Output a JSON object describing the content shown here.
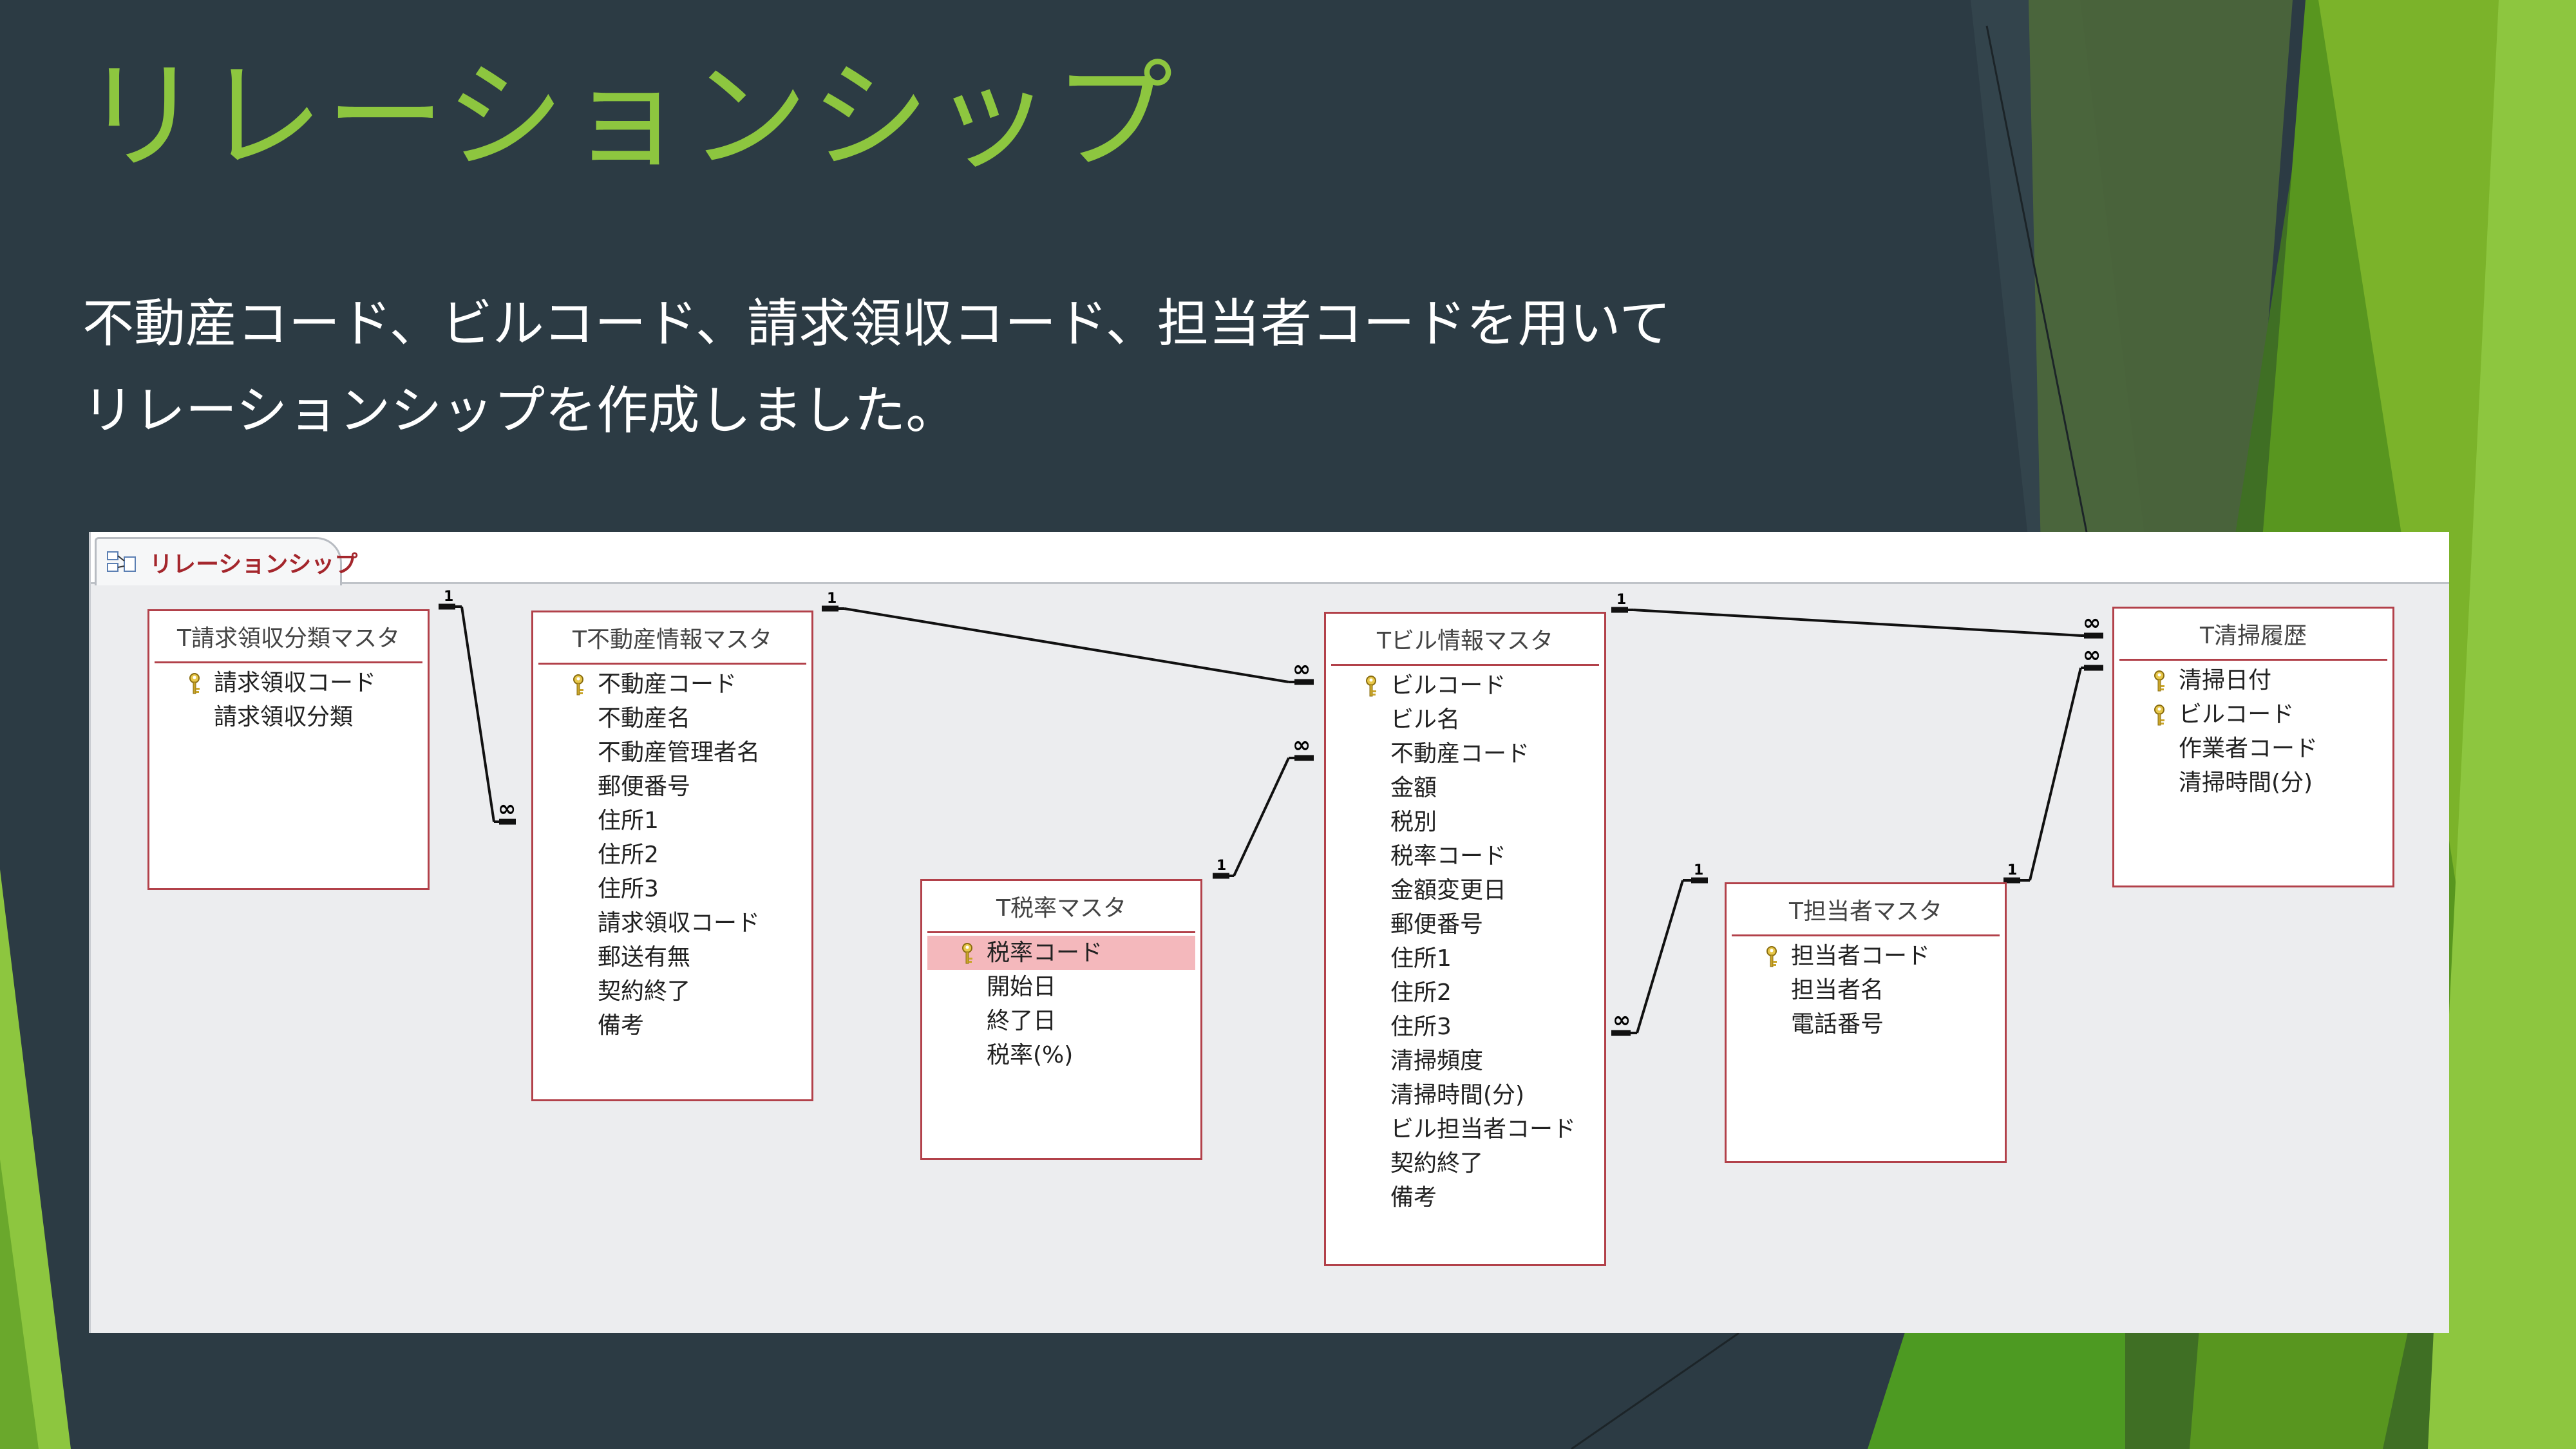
{
  "slide": {
    "title": "リレーションシップ",
    "body_lines": [
      "不動産コード、ビルコード、請求領収コード、担当者コードを用いて",
      "リレーションシップを作成しました。"
    ]
  },
  "colors": {
    "background": "#2c3b44",
    "accent_green": "#8dc63f",
    "table_border": "#b2414a",
    "tab_label": "#a4262c"
  },
  "access": {
    "tab_label": "リレーションシップ",
    "tab_icon": "relationships-icon",
    "tables": [
      {
        "title": "T請求領収分類マスタ",
        "fields": [
          {
            "name": "請求領収コード",
            "key": true
          },
          {
            "name": "請求領収分類",
            "key": false
          }
        ]
      },
      {
        "title": "T不動産情報マスタ",
        "fields": [
          {
            "name": "不動産コード",
            "key": true
          },
          {
            "name": "不動産名",
            "key": false
          },
          {
            "name": "不動産管理者名",
            "key": false
          },
          {
            "name": "郵便番号",
            "key": false
          },
          {
            "name": "住所1",
            "key": false
          },
          {
            "name": "住所2",
            "key": false
          },
          {
            "name": "住所3",
            "key": false
          },
          {
            "name": "請求領収コード",
            "key": false
          },
          {
            "name": "郵送有無",
            "key": false
          },
          {
            "name": "契約終了",
            "key": false
          },
          {
            "name": "備考",
            "key": false
          }
        ]
      },
      {
        "title": "T税率マスタ",
        "fields": [
          {
            "name": "税率コード",
            "key": true,
            "selected": true
          },
          {
            "name": "開始日",
            "key": false
          },
          {
            "name": "終了日",
            "key": false
          },
          {
            "name": "税率(%)",
            "key": false
          }
        ]
      },
      {
        "title": "Tビル情報マスタ",
        "fields": [
          {
            "name": "ビルコード",
            "key": true
          },
          {
            "name": "ビル名",
            "key": false
          },
          {
            "name": "不動産コード",
            "key": false
          },
          {
            "name": "金額",
            "key": false
          },
          {
            "name": "税別",
            "key": false
          },
          {
            "name": "税率コード",
            "key": false
          },
          {
            "name": "金額変更日",
            "key": false
          },
          {
            "name": "郵便番号",
            "key": false
          },
          {
            "name": "住所1",
            "key": false
          },
          {
            "name": "住所2",
            "key": false
          },
          {
            "name": "住所3",
            "key": false
          },
          {
            "name": "清掃頻度",
            "key": false
          },
          {
            "name": "清掃時間(分)",
            "key": false
          },
          {
            "name": "ビル担当者コード",
            "key": false
          },
          {
            "name": "契約終了",
            "key": false
          },
          {
            "name": "備考",
            "key": false
          }
        ]
      },
      {
        "title": "T担当者マスタ",
        "fields": [
          {
            "name": "担当者コード",
            "key": true
          },
          {
            "name": "担当者名",
            "key": false
          },
          {
            "name": "電話番号",
            "key": false
          }
        ]
      },
      {
        "title": "T清掃履歴",
        "fields": [
          {
            "name": "清掃日付",
            "key": true
          },
          {
            "name": "ビルコード",
            "key": true
          },
          {
            "name": "作業者コード",
            "key": false
          },
          {
            "name": "清掃時間(分)",
            "key": false
          }
        ]
      }
    ],
    "relationships": [
      {
        "from": "T請求領収分類マスタ.請求領収コード",
        "to": "T不動産情報マスタ.請求領収コード",
        "one": "1",
        "many": "∞"
      },
      {
        "from": "T不動産情報マスタ.不動産コード",
        "to": "Tビル情報マスタ.不動産コード",
        "one": "1",
        "many": "∞"
      },
      {
        "from": "T税率マスタ.税率コード",
        "to": "Tビル情報マスタ.税率コード",
        "one": "1",
        "many": "∞"
      },
      {
        "from": "Tビル情報マスタ.ビルコード",
        "to": "T清掃履歴.ビルコード",
        "one": "1",
        "many": "∞"
      },
      {
        "from": "T担当者マスタ.担当者コード",
        "to": "Tビル情報マスタ.ビル担当者コード",
        "one": "1",
        "many": "∞"
      },
      {
        "from": "T担当者マスタ.担当者コード",
        "to": "T清掃履歴.作業者コード",
        "one": "1",
        "many": "∞"
      }
    ]
  }
}
